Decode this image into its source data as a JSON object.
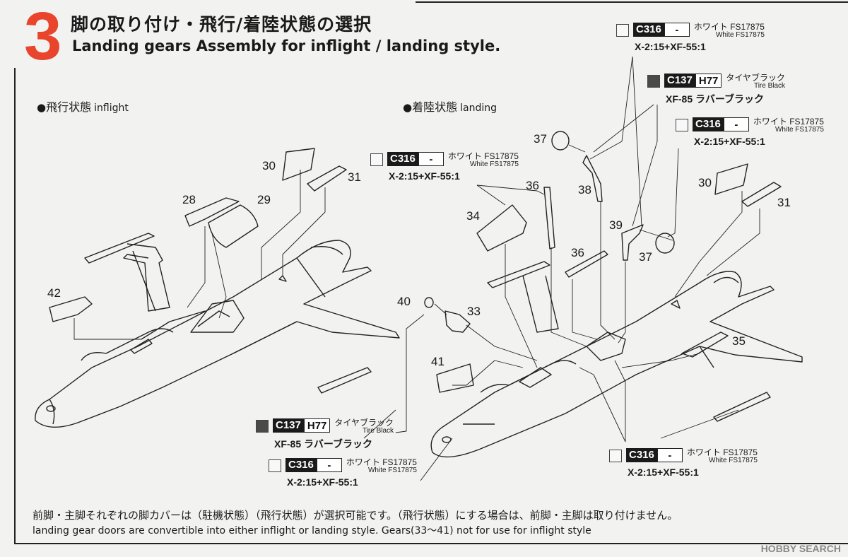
{
  "step": {
    "number": "3",
    "title_jp": "脚の取り付け・飛行/着陸状態の選択",
    "title_en": "Landing gears Assembly for inflight / landing style."
  },
  "sections": {
    "inflight": {
      "jp": "飛行状態",
      "en": "inflight"
    },
    "landing": {
      "jp": "着陸状態",
      "en": "landing"
    }
  },
  "bullet": "●",
  "part_numbers": {
    "p28": "28",
    "p29": "29",
    "p30": "30",
    "p31": "31",
    "p42": "42",
    "l30": "30",
    "l31": "31",
    "l33": "33",
    "l34": "34",
    "l35": "35",
    "l36a": "36",
    "l36b": "36",
    "l37a": "37",
    "l37b": "37",
    "l38": "38",
    "l39": "39",
    "l40": "40",
    "l41": "41"
  },
  "paints": {
    "white": {
      "code": "C316",
      "code2": "-",
      "name_jp": "ホワイト FS17875",
      "name_en": "White FS17875",
      "mix": "X-2:15+XF-55:1"
    },
    "tire": {
      "code": "C137",
      "code2": "H77",
      "name_jp": "タイヤブラック",
      "name_en": "Tire Black",
      "mix": "XF-85 ラバーブラック"
    }
  },
  "notes": {
    "jp": "前脚・主脚それぞれの脚カバーは（駐機状態）（飛行状態）が選択可能です。（飛行状態）にする場合は、前脚・主脚は取り付けません。",
    "en": "landing gear doors are convertible into  either inflight or landing style. Gears(33～41) not for use for inflight style"
  },
  "watermark": "HOBBY SEARCH",
  "colors": {
    "accent": "#e8452c",
    "ink": "#1a1a1a",
    "paper": "#f2f2f0"
  }
}
